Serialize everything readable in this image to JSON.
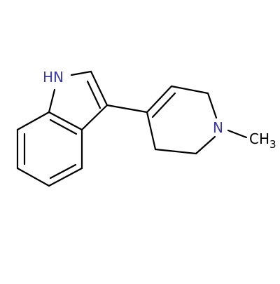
{
  "molecule": {
    "atom_labels": {
      "nh": "HN",
      "n": "N",
      "ch3": "CH",
      "ch3_subscript": "3"
    }
  },
  "colors": {
    "bond": "#000000",
    "heteroatom": "#3a3aa8"
  }
}
